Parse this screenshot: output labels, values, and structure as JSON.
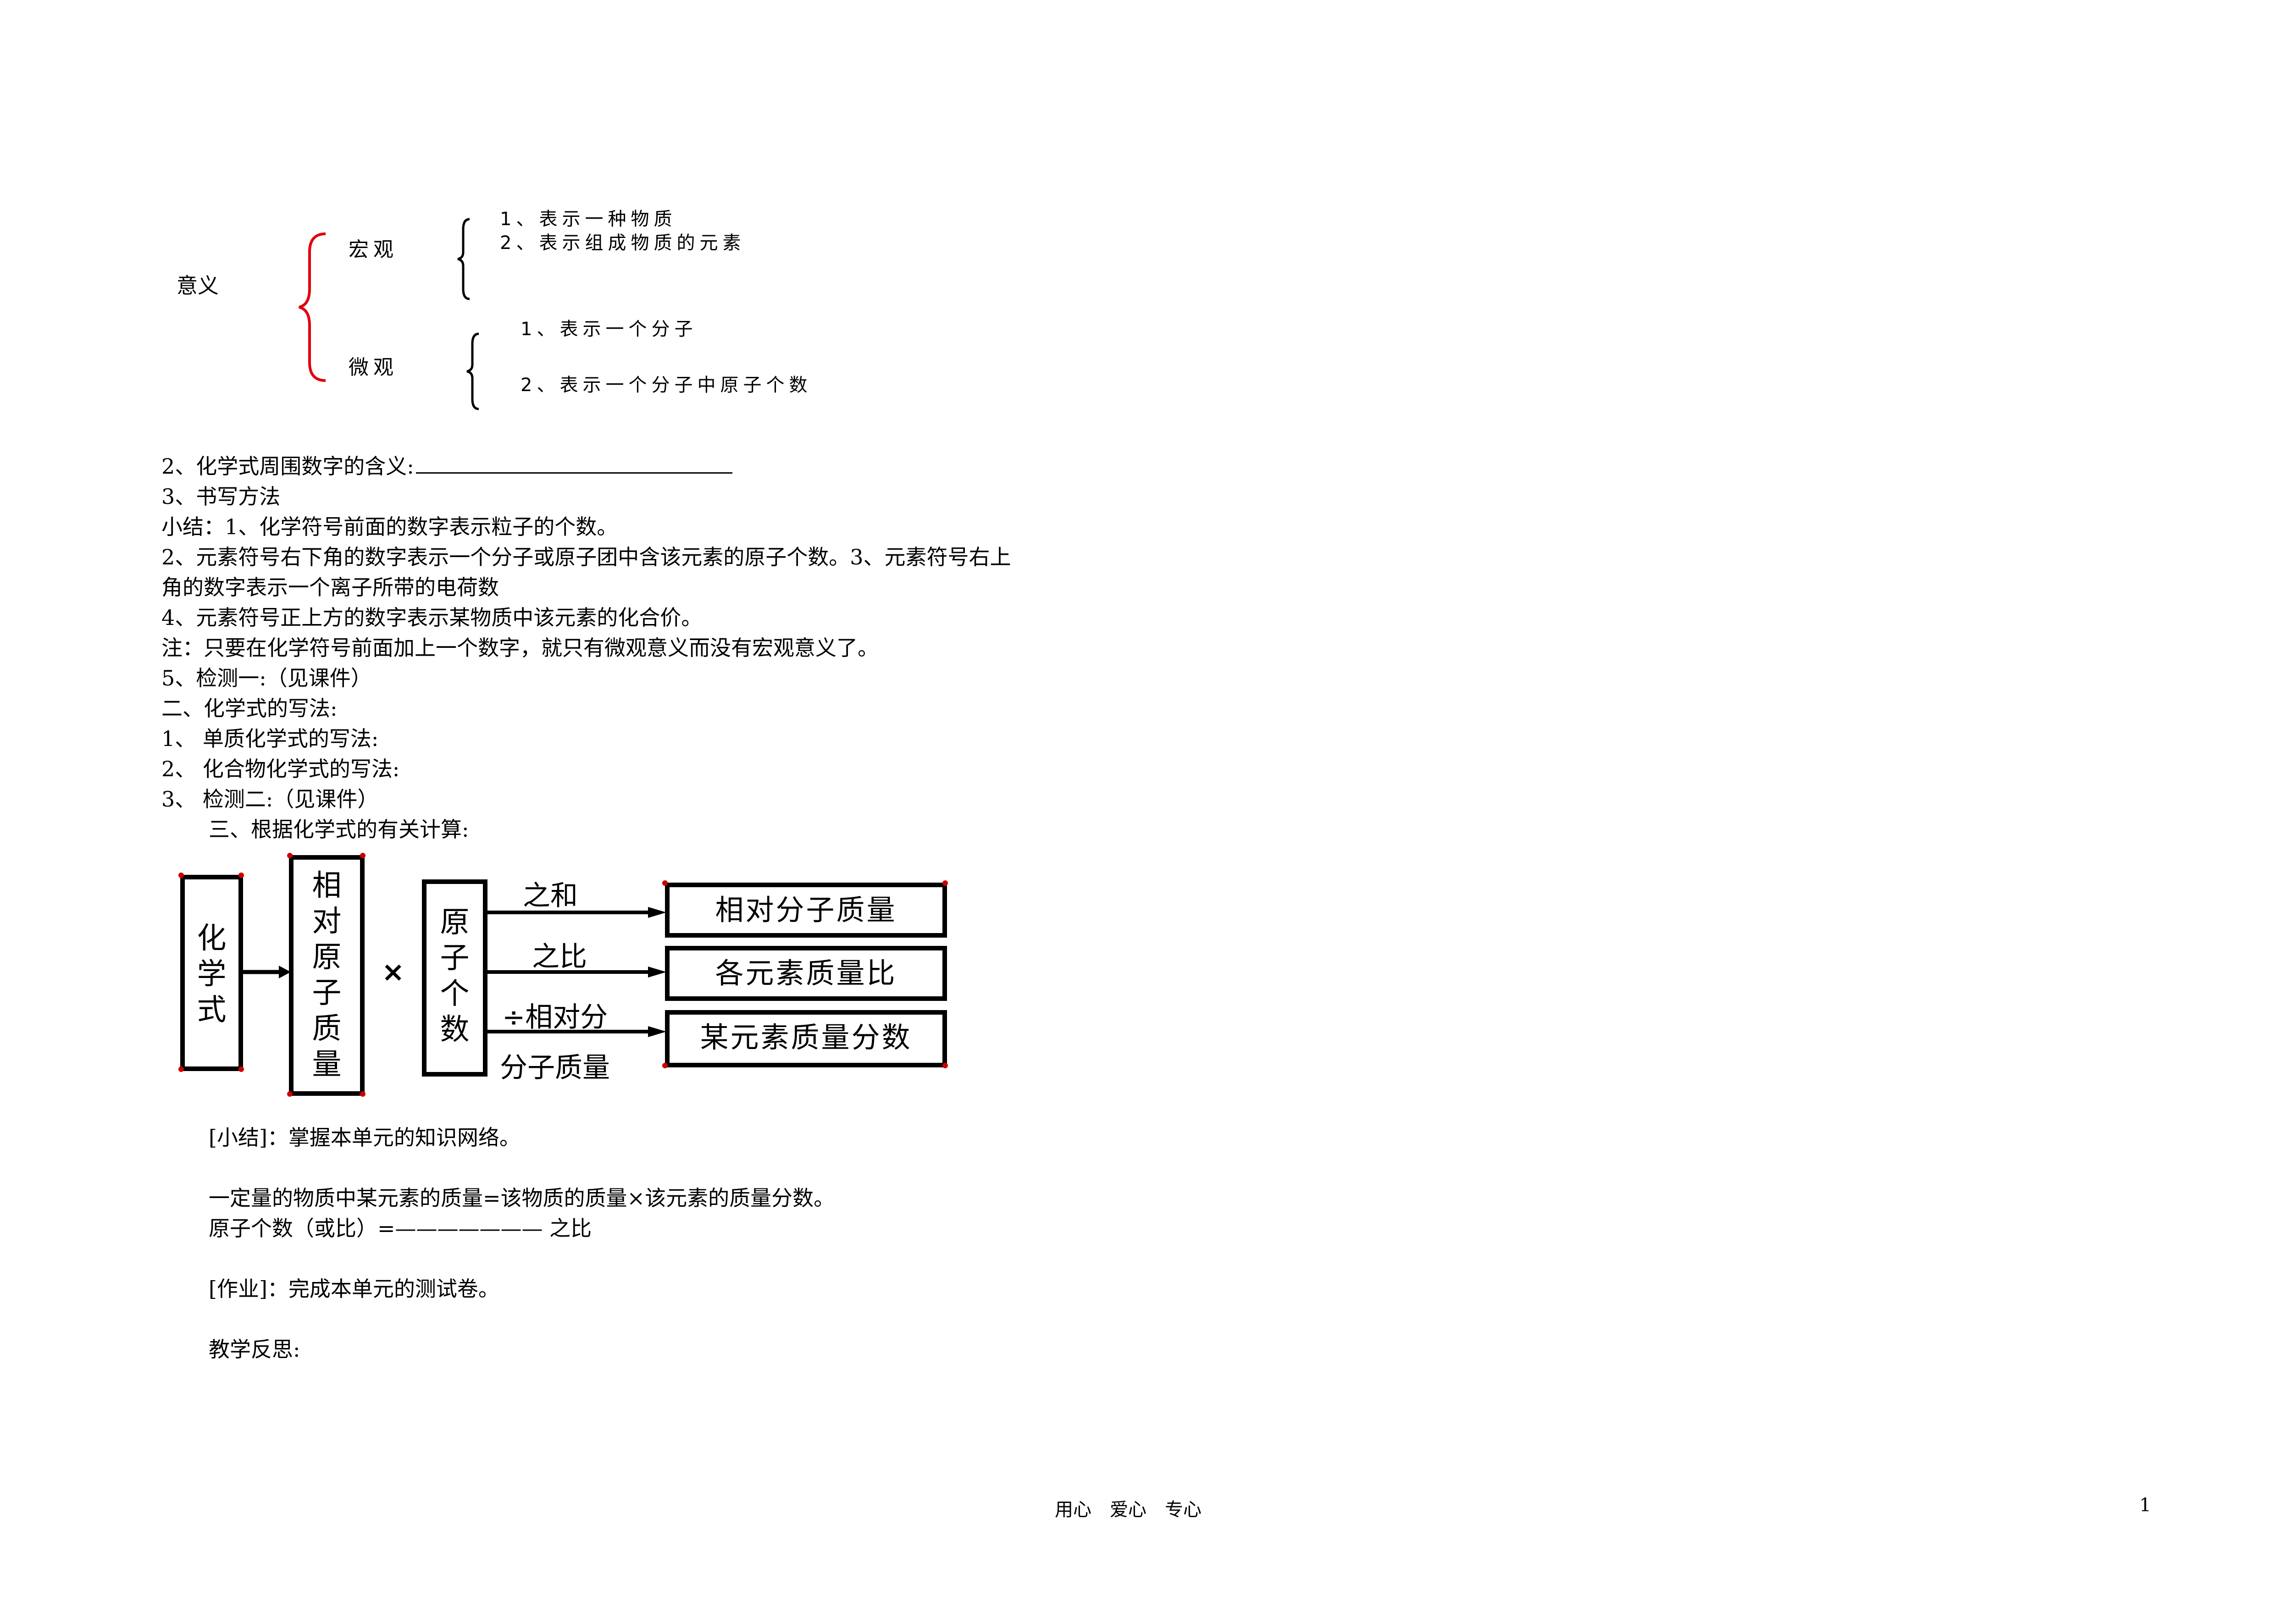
{
  "meaning": {
    "root": "意义",
    "macro": "宏观",
    "micro": "微观",
    "macro_items": [
      "1、表示一种物质",
      "2、表示组成物质的元素"
    ],
    "micro_items": [
      "1、表示一个分子",
      "2、表示一个分子中原子个数"
    ]
  },
  "lines": [
    "2、化学式周围数字的含义:",
    "3、书写方法",
    "小结：1、化学符号前面的数字表示粒子的个数。",
    "2、元素符号右下角的数字表示一个分子或原子团中含该元素的原子个数。3、元素符号右上",
    "角的数字表示一个离子所带的电荷数",
    "4、元素符号正上方的数字表示某物质中该元素的化合价。",
    "注：只要在化学符号前面加上一个数字，就只有微观意义而没有宏观意义了。",
    "5、检测一:（见课件）",
    "二、化学式的写法:",
    "1、  单质化学式的写法:",
    "2、  化合物化学式的写法:",
    "3、  检测二:（见课件）",
    "三、根据化学式的有关计算:"
  ],
  "diagram": {
    "box1": "化学式",
    "box2": "相对原子质量",
    "times": "×",
    "box3": "原子个数",
    "arrow1": "之和",
    "arrow2": "之比",
    "arrow3_top": "÷相对分",
    "arrow3_bottom": "分子质量",
    "result1": "相对分子质量",
    "result2": "各元素质量比",
    "result3": "某元素质量分数"
  },
  "summary": {
    "line1": "[小结]：掌握本单元的知识网络。",
    "line2": "一定量的物质中某元素的质量=该物质的质量×该元素的质量分数。",
    "line3": "原子个数（或比）=——————— 之比",
    "line4": "[作业]：完成本单元的测试卷。",
    "line5": "教学反思:"
  },
  "footer": {
    "center": "用心　爱心　专心",
    "page": "1"
  }
}
